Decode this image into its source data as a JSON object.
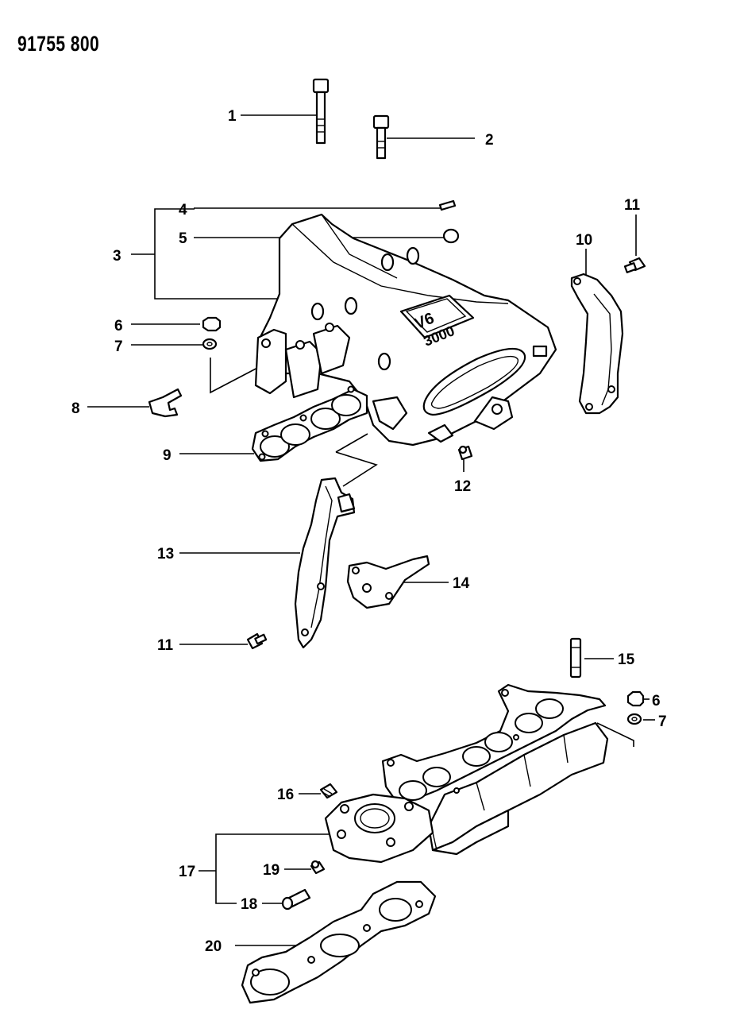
{
  "header": {
    "doc_id": "91755 800"
  },
  "emblem": {
    "line1": "V6",
    "line2": "3000"
  },
  "callouts": [
    {
      "id": "c1",
      "label": "1"
    },
    {
      "id": "c2",
      "label": "2"
    },
    {
      "id": "c3",
      "label": "3"
    },
    {
      "id": "c4",
      "label": "4"
    },
    {
      "id": "c5",
      "label": "5"
    },
    {
      "id": "c6a",
      "label": "6"
    },
    {
      "id": "c7a",
      "label": "7"
    },
    {
      "id": "c8",
      "label": "8"
    },
    {
      "id": "c9",
      "label": "9"
    },
    {
      "id": "c10",
      "label": "10"
    },
    {
      "id": "c11a",
      "label": "11"
    },
    {
      "id": "c12",
      "label": "12"
    },
    {
      "id": "c13",
      "label": "13"
    },
    {
      "id": "c14",
      "label": "14"
    },
    {
      "id": "c11b",
      "label": "11"
    },
    {
      "id": "c15",
      "label": "15"
    },
    {
      "id": "c6b",
      "label": "6"
    },
    {
      "id": "c7b",
      "label": "7"
    },
    {
      "id": "c16",
      "label": "16"
    },
    {
      "id": "c17",
      "label": "17"
    },
    {
      "id": "c19",
      "label": "19"
    },
    {
      "id": "c18",
      "label": "18"
    },
    {
      "id": "c20",
      "label": "20"
    }
  ]
}
